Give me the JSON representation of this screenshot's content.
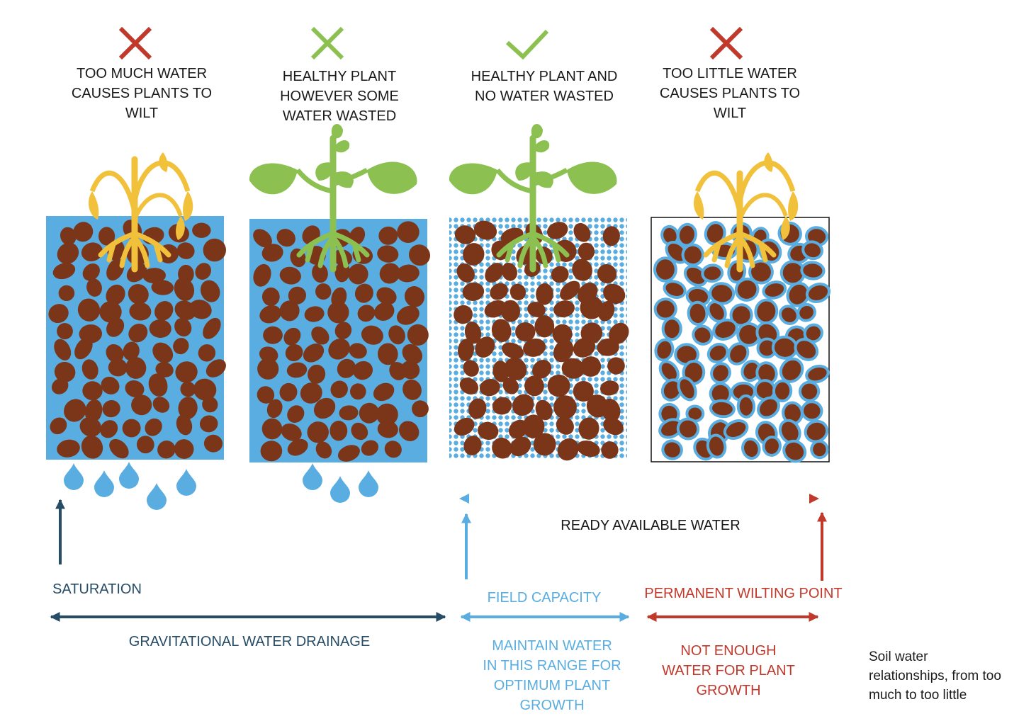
{
  "colors": {
    "water": "#5aade0",
    "soil": "#7b3518",
    "healthy_leaf": "#8cc152",
    "wilted_leaf": "#f2c13c",
    "bad_mark": "#c0392b",
    "good_mark": "#8cc152",
    "dark_blue": "#274c66",
    "red": "#c0392b"
  },
  "panels": [
    {
      "status_icon": "cross-icon",
      "status_color": "#c0392b",
      "label": "TOO MUCH WATER\nCAUSES PLANTS TO\nWILT",
      "plant": "wilted",
      "soil_fill": "saturated",
      "drops": 5
    },
    {
      "status_icon": "cross-icon",
      "status_color": "#8cc152",
      "label": "HEALTHY PLANT\nHOWEVER SOME\nWATER WASTED",
      "plant": "healthy",
      "soil_fill": "saturated",
      "drops": 3
    },
    {
      "status_icon": "check-icon",
      "status_color": "#8cc152",
      "label": "HEALTHY PLANT AND\nNO WATER WASTED",
      "plant": "healthy",
      "soil_fill": "field-capacity",
      "drops": 0
    },
    {
      "status_icon": "cross-icon",
      "status_color": "#c0392b",
      "label": "TOO LITTLE WATER\nCAUSES PLANTS TO\nWILT",
      "plant": "wilted",
      "soil_fill": "dry-films",
      "drops": 0
    }
  ],
  "scale": {
    "ready_available": "READY AVAILABLE WATER",
    "saturation": "SATURATION",
    "field_capacity": "FIELD CAPACITY",
    "wilting_point": "PERMANENT WILTING POINT",
    "gravitational": "GRAVITATIONAL WATER DRAINAGE",
    "maintain": "MAINTAIN WATER\nIN THIS RANGE FOR\nOPTIMUM PLANT\nGROWTH",
    "not_enough": "NOT ENOUGH\nWATER FOR PLANT\nGROWTH"
  },
  "caption": "Soil water\nrelationships, from too\nmuch to too little"
}
